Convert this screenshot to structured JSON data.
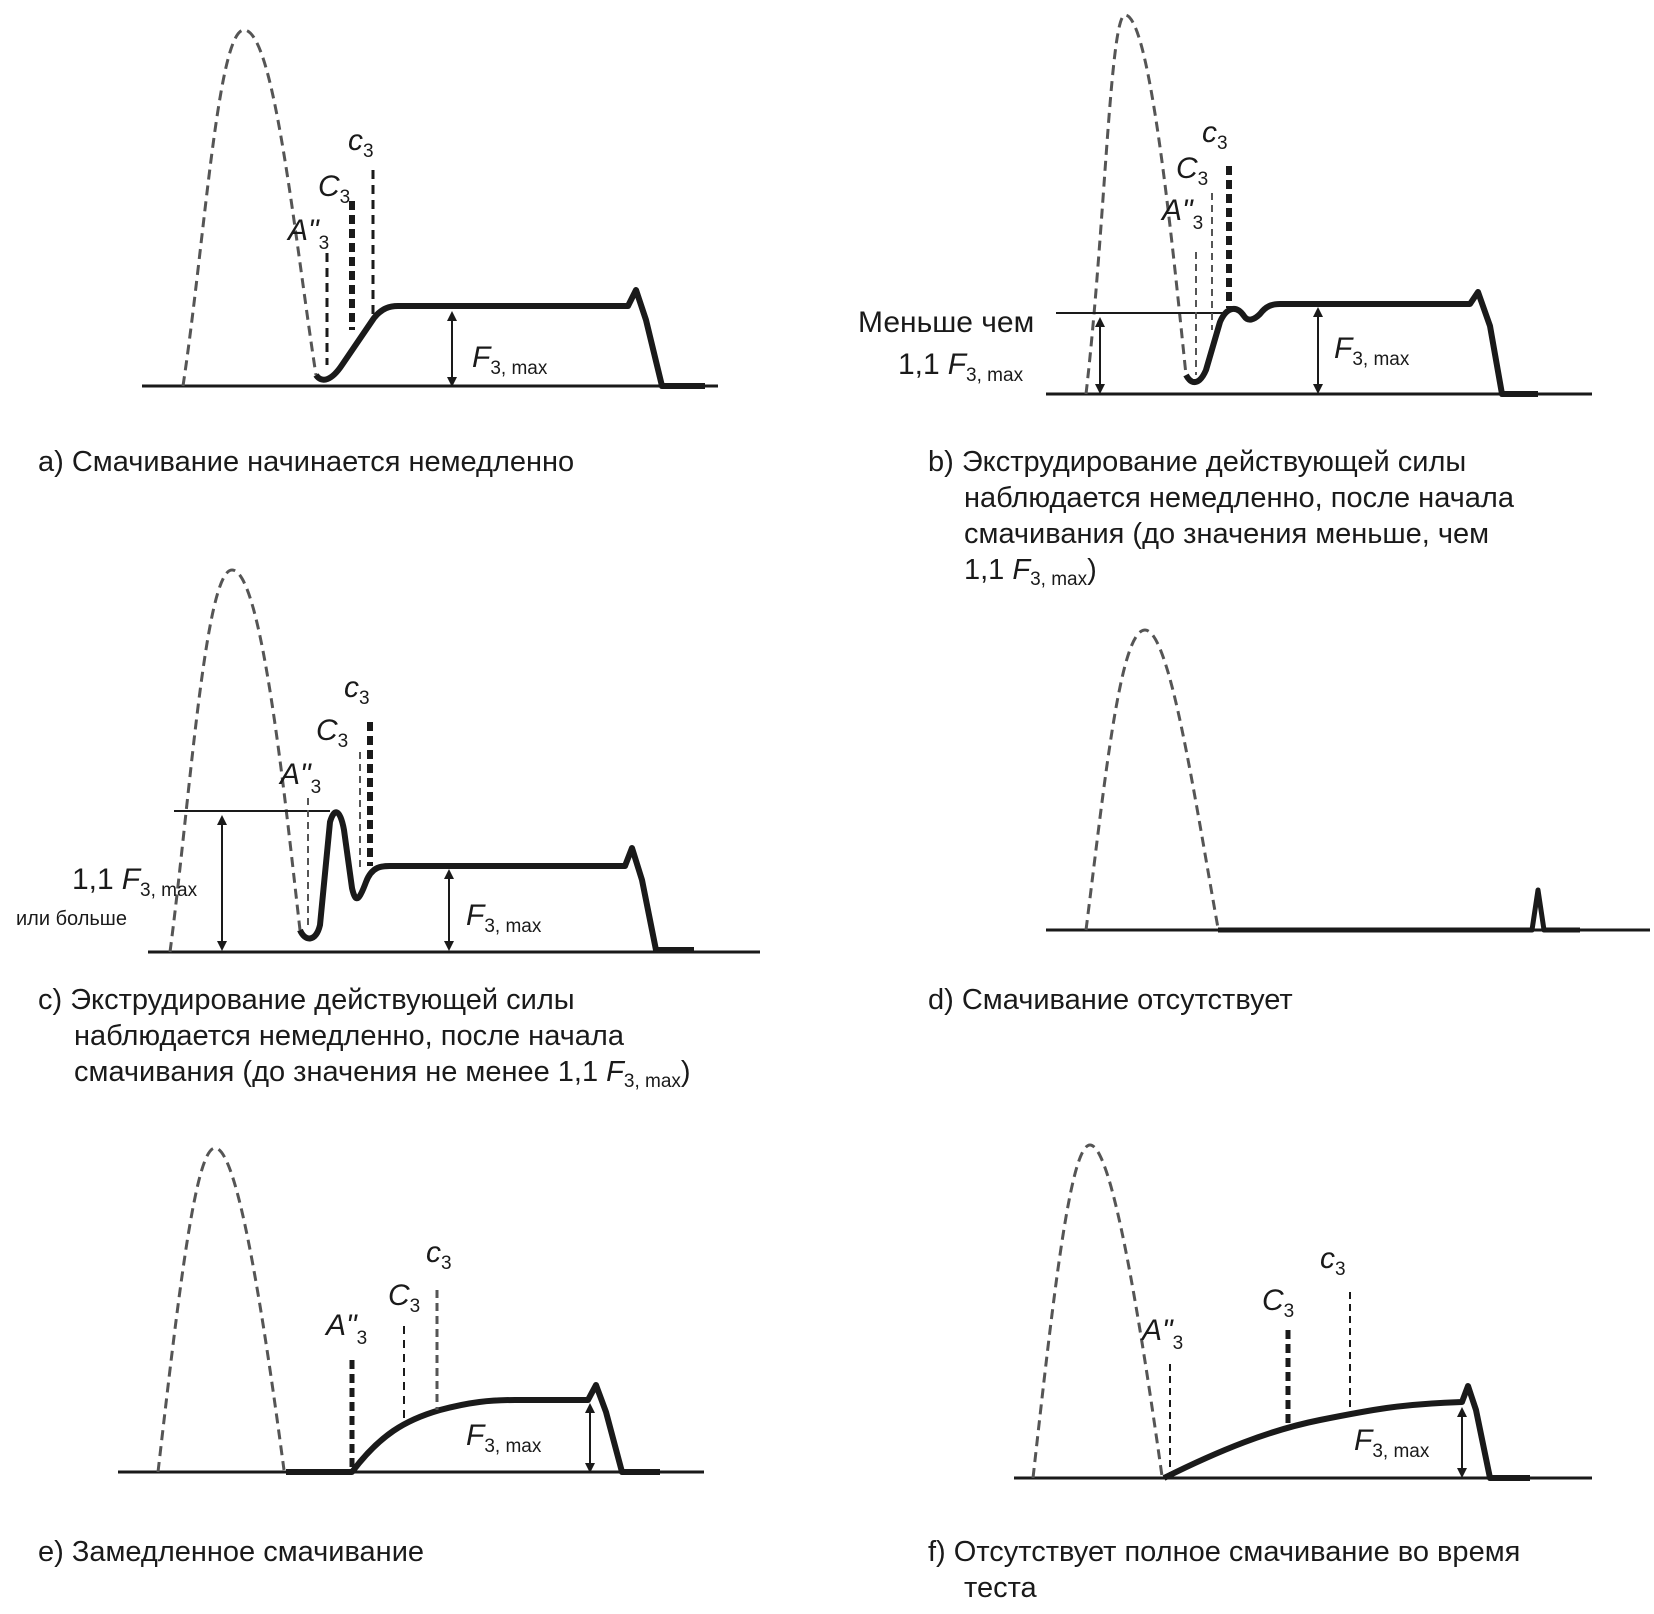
{
  "labels": {
    "c3": "c",
    "C3": "C",
    "A3": "A\"",
    "sub3": "3",
    "F": "F",
    "F_sub": "3, max",
    "less_than": "Меньше чем",
    "coef": "1,1",
    "or_more": "или больше"
  },
  "captions": {
    "a": {
      "text": "a) Смачивание начинается немедленно"
    },
    "b": {
      "line1": "b) Экструдирование действующей силы",
      "line2": "наблюдается немедленно, после начала",
      "line3": "смачивания (до значения меньше, чем",
      "line4_pre": "1,1 ",
      "line4_F": "F",
      "line4_sub": "3, max",
      "line4_post": ")"
    },
    "c": {
      "line1": "c) Экструдирование действующей силы",
      "line2": "наблюдается немедленно, после начала",
      "line3_pre": "смачивания (до значения не менее 1,1 ",
      "line3_F": "F",
      "line3_sub": "3, max",
      "line3_post": ")"
    },
    "d": {
      "text": "d) Смачивание отсутствует"
    },
    "e": {
      "text": "e) Замедленное смачивание"
    },
    "f": {
      "line1": "f) Отсутствует полное смачивание во время",
      "line2": "теста"
    }
  },
  "style": {
    "ink": "#1a1a1a",
    "dashed_curve": "#555555"
  }
}
